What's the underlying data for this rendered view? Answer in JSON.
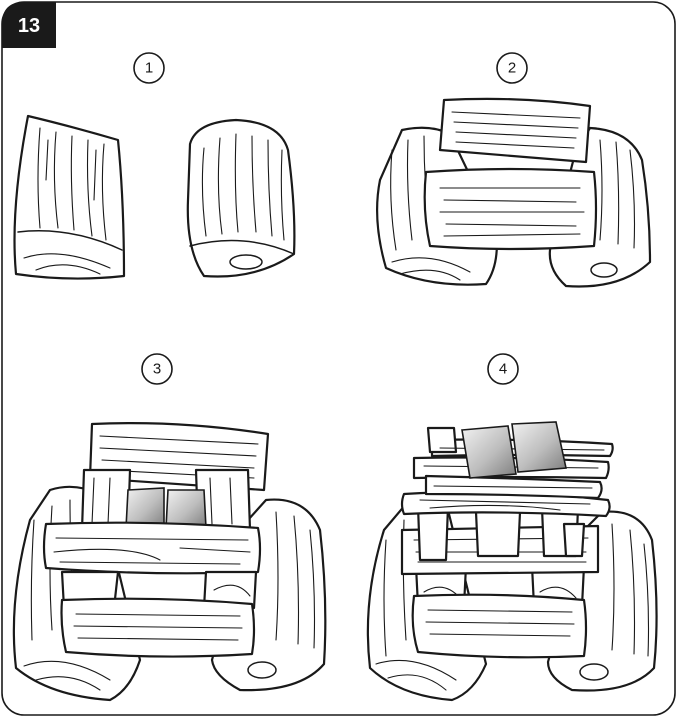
{
  "figure": {
    "page_number": "13",
    "steps": [
      {
        "label": "1",
        "description_icon": "two-split-logs-icon"
      },
      {
        "label": "2",
        "description_icon": "logs-with-crossed-splits-icon"
      },
      {
        "label": "3",
        "description_icon": "logs-with-firelighter-cubes-icon"
      },
      {
        "label": "4",
        "description_icon": "complete-log-stack-with-kindling-icon"
      }
    ]
  },
  "colors": {
    "border": "#1a1a1a",
    "badge_bg": "#1a1a1a",
    "badge_text": "#ffffff",
    "firelighter_light": "#eeeeee",
    "firelighter_dark": "#8c8c8c"
  }
}
